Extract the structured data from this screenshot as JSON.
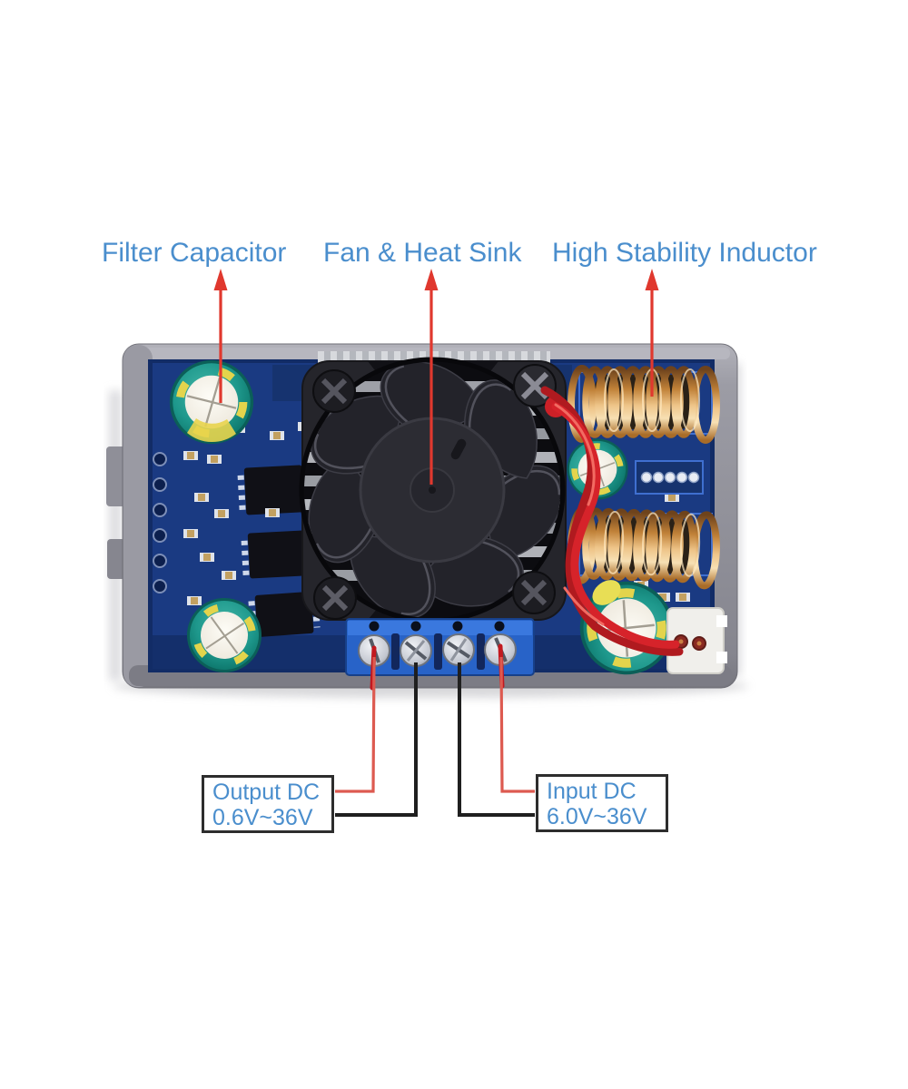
{
  "annotations": {
    "top_labels": [
      {
        "id": "filter-capacitor",
        "text": "Filter Capacitor"
      },
      {
        "id": "fan-heatsink",
        "text": "Fan & Heat Sink"
      },
      {
        "id": "inductor",
        "text": "High Stability Inductor"
      }
    ],
    "callouts": [
      {
        "id": "output-dc",
        "title": "Output DC",
        "range": "0.6V~36V"
      },
      {
        "id": "input-dc",
        "title": "Input DC",
        "range": "6.0V~36V"
      }
    ]
  },
  "colors": {
    "label_text": "#4a8ecd",
    "annotation_arrow_red": "#e0382e",
    "annotation_line_red": "#dd5a50",
    "annotation_line_black": "#1f1f1f",
    "callout_border": "#2d2d2d",
    "pcb_blue": "#1a3a82",
    "case_gray": "#9a9aa3",
    "capacitor_teal": "#1e988c",
    "capacitor_mark_yellow": "#e3d44c",
    "inductor_copper": "#cf9350",
    "terminal_block_blue": "#2a66cc",
    "fan_black": "#25252b",
    "wire_red": "#cf1f24",
    "heatsink_silver": "#c6c9cf"
  }
}
